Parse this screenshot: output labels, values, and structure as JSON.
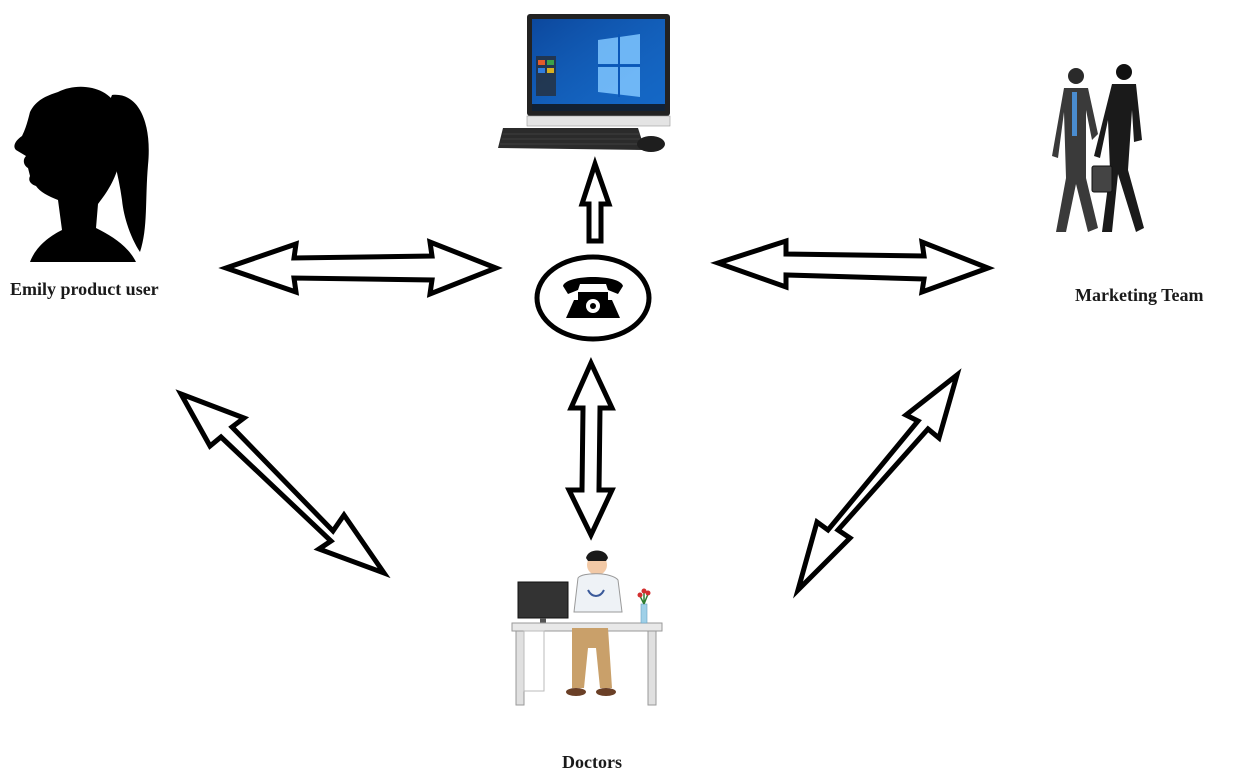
{
  "nodes": {
    "emily": {
      "label": "Emily product user",
      "icon": "woman-silhouette-icon"
    },
    "computer": {
      "icon": "desktop-computer-icon"
    },
    "phone": {
      "icon": "telephone-icon"
    },
    "marketing": {
      "label": "Marketing Team",
      "icon": "businessmen-walking-icon"
    },
    "doctors": {
      "label": "Doctors",
      "icon": "doctor-at-desk-icon"
    }
  },
  "connections": [
    {
      "from": "phone",
      "to": "emily",
      "type": "double-arrow"
    },
    {
      "from": "phone",
      "to": "marketing",
      "type": "double-arrow"
    },
    {
      "from": "phone",
      "to": "computer",
      "type": "single-arrow"
    },
    {
      "from": "phone",
      "to": "doctors",
      "type": "double-arrow"
    },
    {
      "from": "emily",
      "to": "doctors",
      "type": "double-arrow"
    },
    {
      "from": "marketing",
      "to": "doctors",
      "type": "double-arrow"
    }
  ],
  "colors": {
    "stroke": "#000000",
    "screen": "#1565c0",
    "skin": "#f2c9a6"
  }
}
